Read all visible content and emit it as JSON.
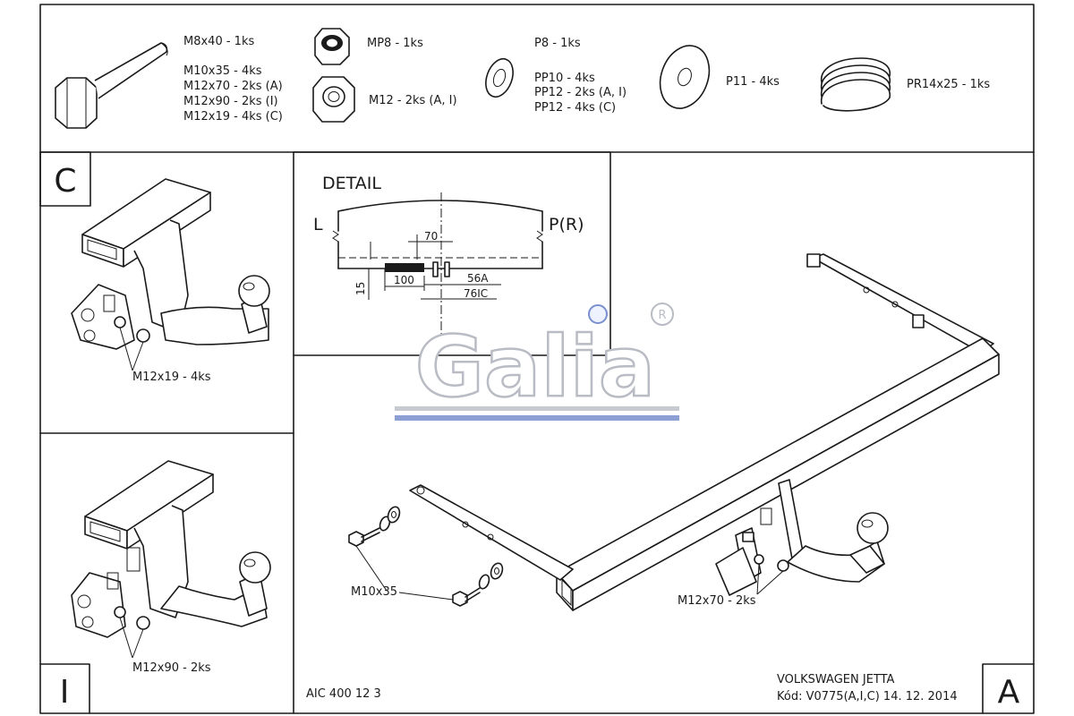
{
  "parts": {
    "bolt": [
      "M8x40 - 1ks",
      "M10x35 - 4ks",
      "M12x70 - 2ks (A)",
      "M12x90 - 2ks (I)",
      "M12x19 - 4ks (C)"
    ],
    "nut_mp8": "MP8 - 1ks",
    "nut_m12": "M12 - 2ks (A, I)",
    "washers_small": [
      "P8 - 1ks",
      "PP10 - 4ks",
      "PP12 - 2ks (A, I)",
      "PP12 - 4ks (C)"
    ],
    "washer_large": "P11 - 4ks",
    "spring": "PR14x25 - 1ks"
  },
  "panel_c": {
    "letter": "C",
    "bolt_label": "M12x19 - 4ks"
  },
  "panel_i": {
    "letter": "I",
    "bolt_label": "M12x90 - 2ks"
  },
  "panel_a": {
    "letter": "A",
    "bolt_label_left": "M10x35",
    "bolt_label_right": "M12x70 - 2ks"
  },
  "detail": {
    "title": "DETAIL",
    "left": "L",
    "right": "P(R)",
    "dim_70": "70",
    "dim_100": "100",
    "dim_15": "15",
    "dim_56a": "56A",
    "dim_76ic": "76IC"
  },
  "logo": {
    "text": "Galia",
    "mark": "R"
  },
  "footer": {
    "code": "AIC 400 12 3",
    "vehicle": "VOLKSWAGEN JETTA",
    "kod": "Kód: V0775(A,I,C)  14. 12. 2014"
  }
}
